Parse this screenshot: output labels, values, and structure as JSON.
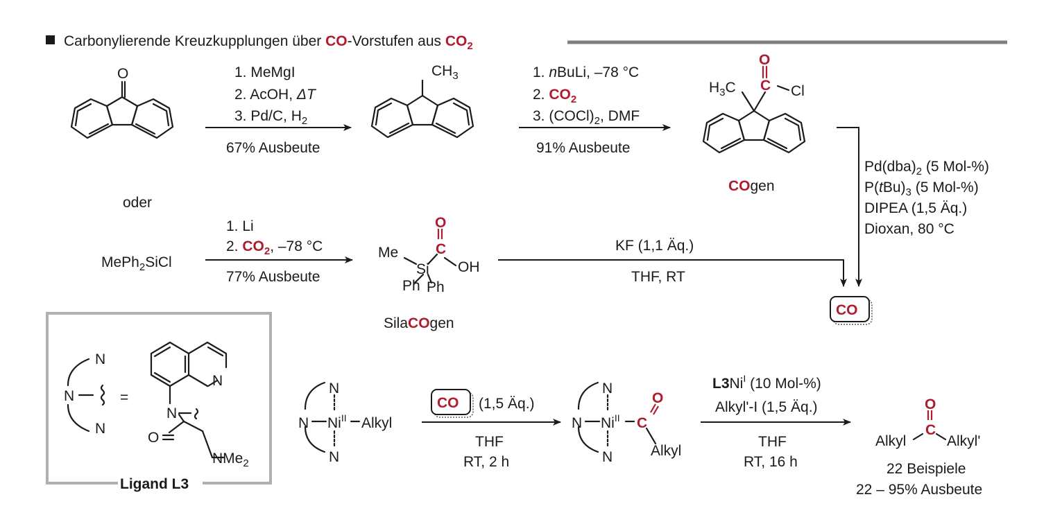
{
  "title": {
    "prefix": "Carbonylierende Kreuzkupplungen über ",
    "co": "CO",
    "middle": "-Vorstufen aus ",
    "co2": "CO",
    "co2_sub": "2"
  },
  "colors": {
    "accent": "#b01c2e",
    "ink": "#1a1a1a",
    "rule": "#7f7f7f",
    "box": "#b0b0b0"
  },
  "step1": {
    "cond1": "1. MeMgI",
    "cond2": "2. AcOH, ",
    "cond2_sym": "ΔT",
    "cond3": "3. Pd/C, H",
    "cond3_sub": "2",
    "yield": "67% Ausbeute"
  },
  "step2": {
    "cond1_pre": "1. ",
    "cond1_it": "n",
    "cond1_post": "BuLi, –78 °C",
    "cond2": "2. ",
    "cond2_red": "CO",
    "cond2_sub": "2",
    "cond3": "3. (COCl)",
    "cond3_sub": "2",
    "cond3_post": ", DMF",
    "yield": "91% Ausbeute"
  },
  "cogen": {
    "label_red": "CO",
    "label_rest": "gen",
    "h3c": "H",
    "h3c_sub": "3",
    "h3c_c": "C",
    "o": "O",
    "c": "C",
    "cl": "Cl"
  },
  "fluorenone_o": "O",
  "methylfluorene_ch3": "CH",
  "methylfluorene_sub": "3",
  "pd_conditions": {
    "l1": "Pd(dba)",
    "l1_sub": "2",
    "l1_post": " (5 Mol-%)",
    "l2_pre": "P(",
    "l2_it": "t",
    "l2_mid": "Bu)",
    "l2_sub": "3",
    "l2_post": " (5 Mol-%)",
    "l3": "DIPEA (1,5 Äq.)",
    "l4": "Dioxan, 80 °C"
  },
  "oder": "oder",
  "step3": {
    "reactant": "MePh",
    "reactant_sub": "2",
    "reactant_post": "SiCl",
    "cond1": "1. Li",
    "cond2": "2. ",
    "cond2_red": "CO",
    "cond2_sub": "2",
    "cond2_post": ", –78 °C",
    "yield": "77% Ausbeute"
  },
  "silacogen": {
    "label_pre": "Sila",
    "label_red": "CO",
    "label_post": "gen",
    "me": "Me",
    "si": "Si",
    "ph1": "Ph",
    "ph2": "Ph",
    "o": "O",
    "c": "C",
    "oh": "OH"
  },
  "step4": {
    "cond_top": "KF (1,1 Äq.)",
    "cond_bottom": "THF, RT"
  },
  "co_badge": "CO",
  "ligand": {
    "title": "Ligand L3",
    "n_top": "N",
    "n_mid": "N",
    "n_bot": "N",
    "equals": "=",
    "n_ring": "N",
    "n_amide": "N",
    "o": "O",
    "nme2": "NMe",
    "nme2_sub": "2"
  },
  "ni_complex1": {
    "n_top": "N",
    "n_mid": "N",
    "ni": "Ni",
    "ni_ox": "II",
    "alkyl": "Alkyl",
    "n_bot": "N"
  },
  "step5": {
    "co": "CO",
    "equiv": "(1,5 Äq.)",
    "solvent": "THF",
    "time": "RT, 2 h"
  },
  "ni_complex2": {
    "n_top": "N",
    "n_mid": "N",
    "ni": "Ni",
    "ni_ox": "II",
    "c": "C",
    "o": "O",
    "alkyl": "Alkyl",
    "n_bot": "N"
  },
  "step6": {
    "cat_bold": "L3",
    "cat": "Ni",
    "cat_ox": "I",
    "cat_post": " (10 Mol-%)",
    "reagent": "Alkyl'-I (1,5 Äq.)",
    "solvent": "THF",
    "time": "RT, 16 h"
  },
  "product": {
    "o": "O",
    "c": "C",
    "alkyl": "Alkyl",
    "alkyl2": "Alkyl'",
    "examples": "22 Beispiele",
    "yield": "22 – 95% Ausbeute"
  }
}
